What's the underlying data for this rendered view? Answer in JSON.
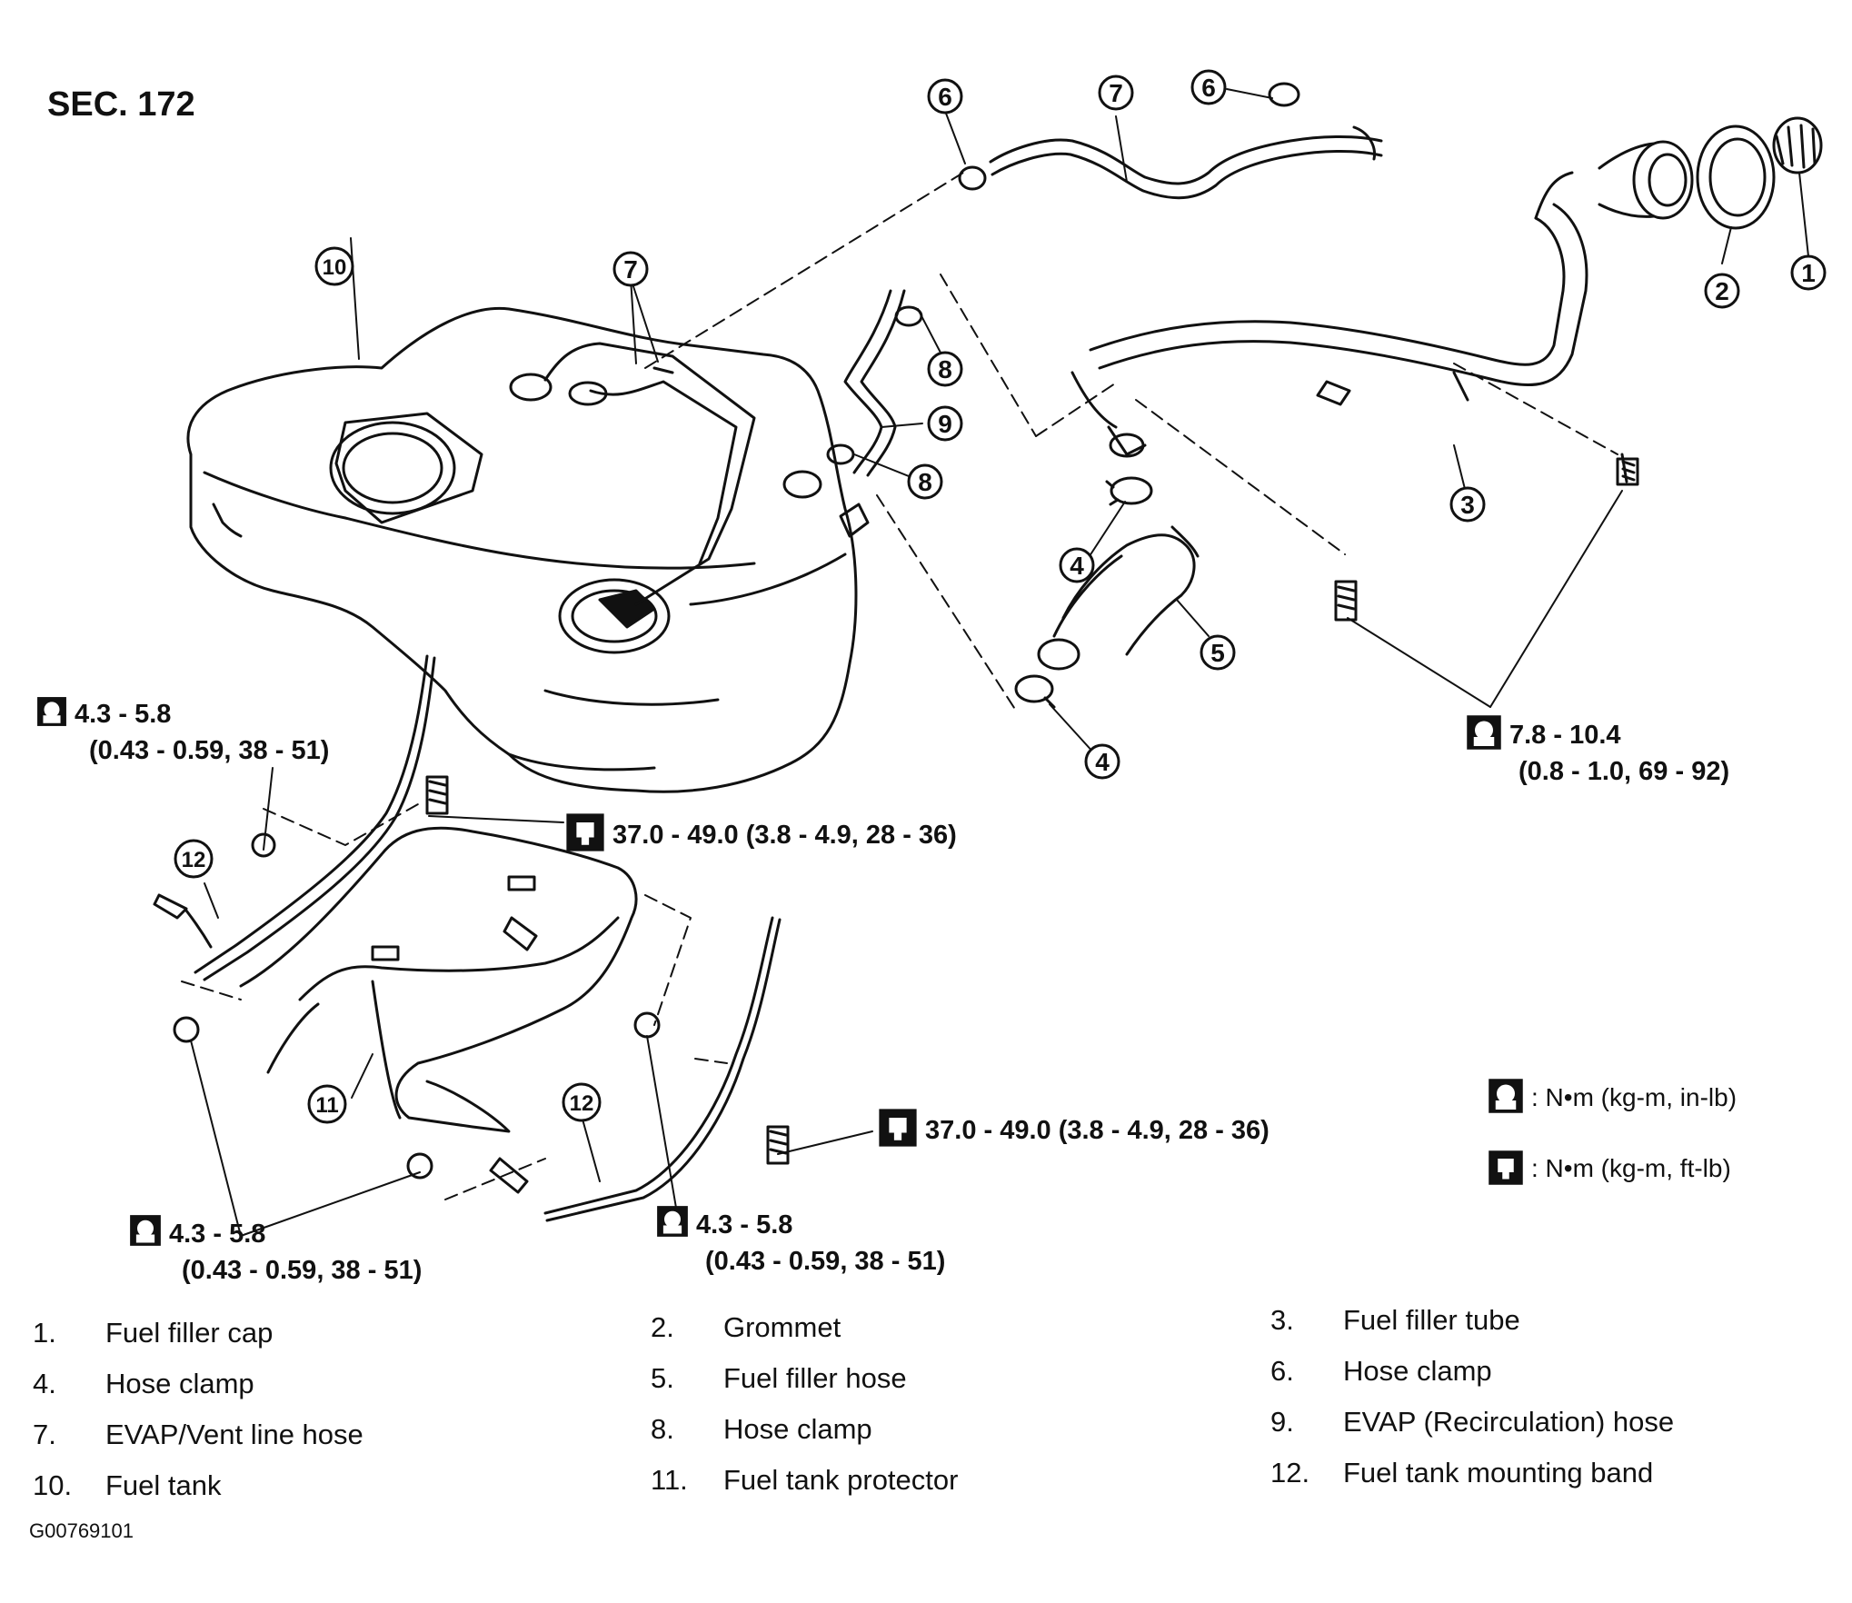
{
  "section_label": "SEC. 172",
  "callouts": {
    "c1": "1",
    "c2": "2",
    "c3": "3",
    "c4a": "4",
    "c4b": "4",
    "c5": "5",
    "c6a": "6",
    "c6b": "6",
    "c7a": "7",
    "c7b": "7",
    "c8a": "8",
    "c8b": "8",
    "c9": "9",
    "c10": "10",
    "c11": "11",
    "c12a": "12",
    "c12b": "12"
  },
  "torque_specs": {
    "left_upper": {
      "value": "4.3 - 5.8",
      "detail": "(0.43 - 0.59, 38 - 51)"
    },
    "center_upper": {
      "value": "37.0 - 49.0 (3.8 - 4.9, 28 - 36)"
    },
    "right_upper": {
      "value": "7.8 - 10.4",
      "detail": "(0.8 - 1.0, 69 - 92)"
    },
    "center_lower": {
      "value": "37.0 - 49.0 (3.8 - 4.9, 28 - 36)"
    },
    "left_lower": {
      "value": "4.3 - 5.8",
      "detail": "(0.43 - 0.59, 38 - 51)"
    },
    "mid_lower": {
      "value": "4.3 - 5.8",
      "detail": "(0.43 - 0.59, 38 - 51)"
    }
  },
  "units_key": {
    "inlb": ": N•m  (kg-m,  in-lb)",
    "ftlb": ": N•m  (kg-m,  ft-lb)"
  },
  "legend": [
    {
      "num": "1.",
      "label": "Fuel filler cap"
    },
    {
      "num": "2.",
      "label": "Grommet"
    },
    {
      "num": "3.",
      "label": "Fuel filler tube"
    },
    {
      "num": "4.",
      "label": "Hose clamp"
    },
    {
      "num": "5.",
      "label": "Fuel filler hose"
    },
    {
      "num": "6.",
      "label": "Hose clamp"
    },
    {
      "num": "7.",
      "label": "EVAP/Vent line hose"
    },
    {
      "num": "8.",
      "label": "Hose clamp"
    },
    {
      "num": "9.",
      "label": "EVAP (Recirculation) hose"
    },
    {
      "num": "10.",
      "label": "Fuel tank"
    },
    {
      "num": "11.",
      "label": "Fuel tank protector"
    },
    {
      "num": "12.",
      "label": "Fuel tank mounting band"
    }
  ],
  "figure_id": "G00769101"
}
